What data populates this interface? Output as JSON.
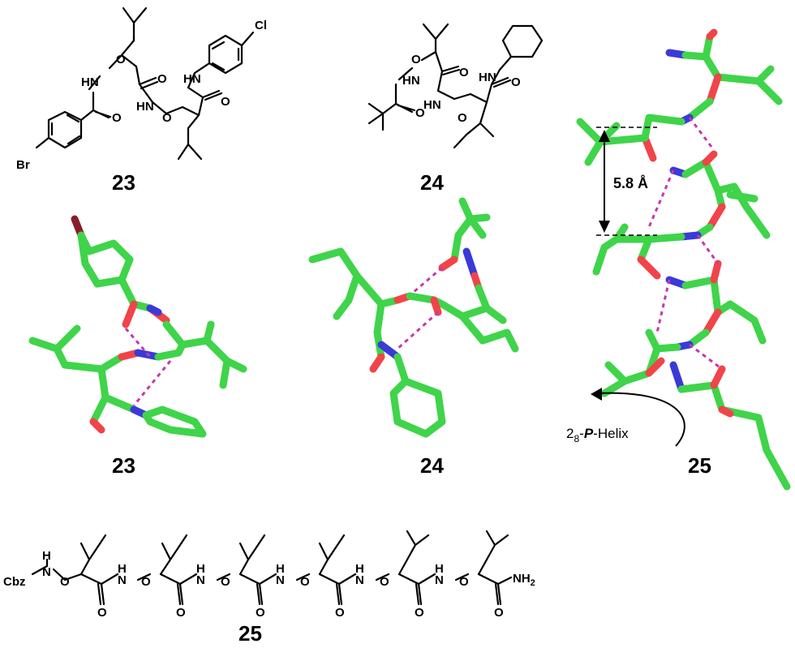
{
  "compounds": {
    "c23": "23",
    "c24": "24",
    "c25": "25"
  },
  "atoms": {
    "cl": "Cl",
    "br": "Br",
    "hn": "HN",
    "nh": "NH",
    "o": "O",
    "nh2": "NH",
    "nh2_sub": "2",
    "cbz": "Cbz",
    "h": "H",
    "n": "N"
  },
  "annotations": {
    "distance": "5.8 Å",
    "helix_prefix": "2",
    "helix_sub": "8",
    "helix_sep": "-",
    "helix_p": "P",
    "helix_suffix": "-Helix"
  },
  "colors": {
    "carbon": "#3fd44a",
    "oxygen": "#f0444a",
    "nitrogen": "#3a3ad8",
    "bromine": "#8a1d2a",
    "hbond": "#c43aaa"
  }
}
